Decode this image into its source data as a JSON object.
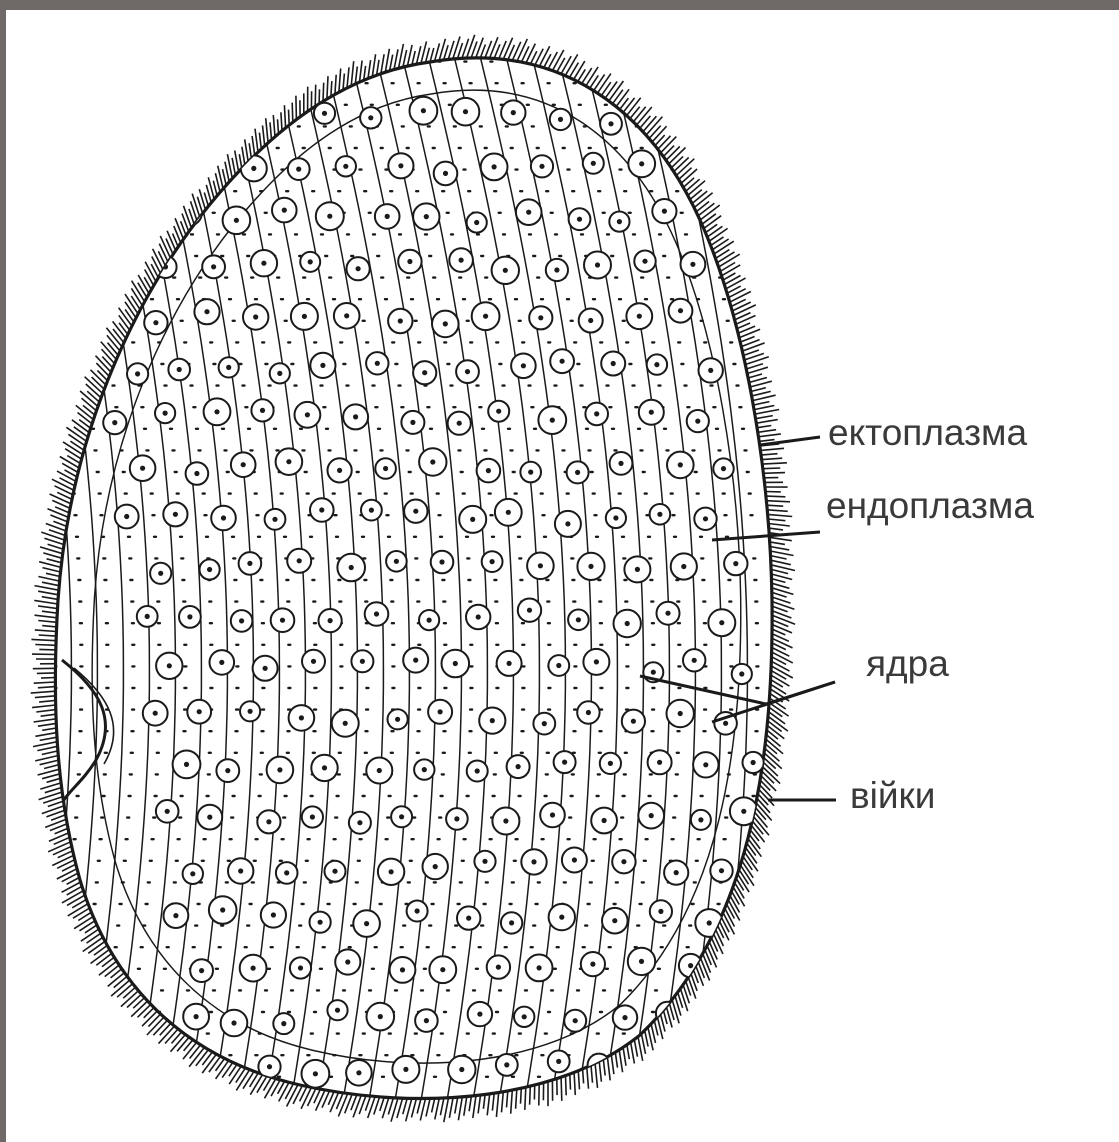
{
  "colors": {
    "background_border": "#6f6a67",
    "paper": "#ffffff",
    "ink": "#1a1a1a",
    "label_text": "#3a3a3a"
  },
  "labels": {
    "ectoplasm": "ектоплазма",
    "endoplasm": "ендоплазма",
    "nuclei": "ядра",
    "cilia": "війки"
  }
}
